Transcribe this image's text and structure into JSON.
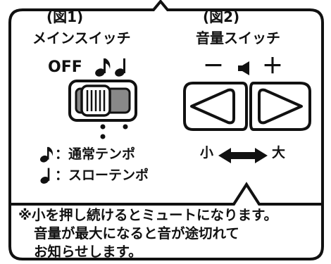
{
  "colors": {
    "ink": "#111111",
    "paper": "#ffffff"
  },
  "fig1": {
    "caption": "(図1)",
    "title": "メインスイッチ",
    "off_label": "OFF",
    "legend": [
      {
        "icon": "eighth-note-icon",
        "text": "：通常テンポ"
      },
      {
        "icon": "quarter-note-icon",
        "text": "：スローテンポ"
      }
    ]
  },
  "fig2": {
    "caption": "(図2)",
    "title": "音量スイッチ",
    "minus": "－",
    "plus": "＋",
    "small": "小",
    "large": "大"
  },
  "note": {
    "lines": [
      "※小を押し続けるとミュートになります。",
      "音量が最大になると音が途切れて",
      "お知らせします。"
    ]
  }
}
